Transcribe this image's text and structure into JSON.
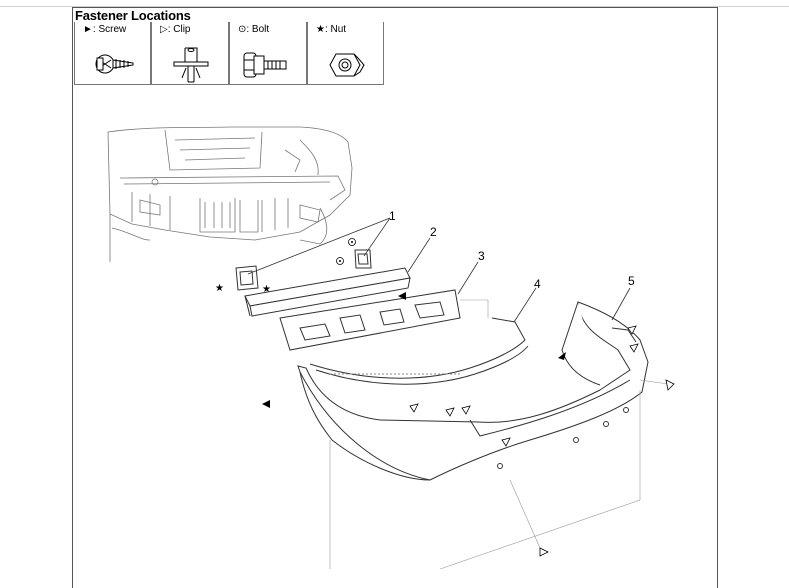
{
  "legend": {
    "title": "Fastener Locations",
    "items": [
      {
        "label": "►: Screw",
        "icon": "screw-icon"
      },
      {
        "label": "▷: Clip",
        "icon": "clip-icon"
      },
      {
        "label": "⊙: Bolt",
        "icon": "bolt-icon"
      },
      {
        "label": "★: Nut",
        "icon": "nut-icon"
      }
    ]
  },
  "callouts": [
    "1",
    "2",
    "3",
    "4",
    "5"
  ]
}
